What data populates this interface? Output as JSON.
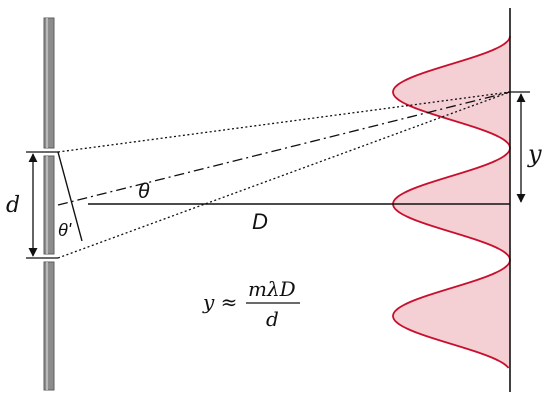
{
  "labels": {
    "d": "d",
    "theta": "θ",
    "theta_prime": "θ'",
    "D": "D",
    "y": "y"
  },
  "formula": {
    "lhs": "y ≈",
    "numerator": "mλD",
    "denominator": "d"
  },
  "colors": {
    "ink": "#111111",
    "wall": "#8c8c8c",
    "wall_edge": "#5e5e5e",
    "fringe_fill": "#f4cfd3",
    "fringe_line": "#c8102e"
  }
}
